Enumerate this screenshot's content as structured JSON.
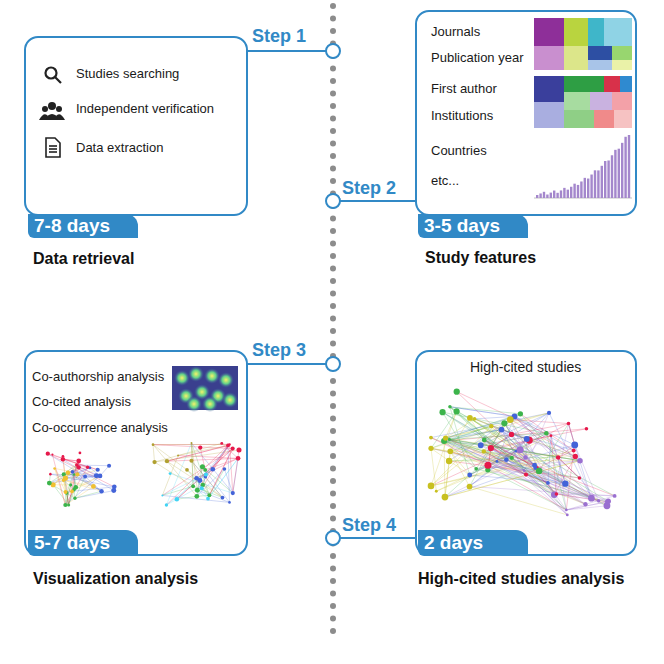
{
  "diagram": {
    "nodes": [
      {
        "text": [
          "Studies searching",
          "Independent verification",
          "Data extraction",
          "7-8 days",
          "Data retrieval"
        ]
      },
      {
        "text": [
          "Journals",
          "Publication year",
          "First author",
          "Institutions",
          "Countries",
          "etc...",
          "3-5 days",
          "Study features"
        ]
      },
      {
        "text": [
          "Co-authorship analysis",
          "Co-cited analysis",
          "Co-occurrence analysis",
          "5-7 days",
          "Visualization  analysis"
        ]
      },
      {
        "text": [
          "High-cited studies",
          "2 days",
          "High-cited studies analysis"
        ]
      }
    ],
    "labels": [
      "Step 1",
      "Step 2",
      "Step 3",
      "Step 4"
    ]
  }
}
